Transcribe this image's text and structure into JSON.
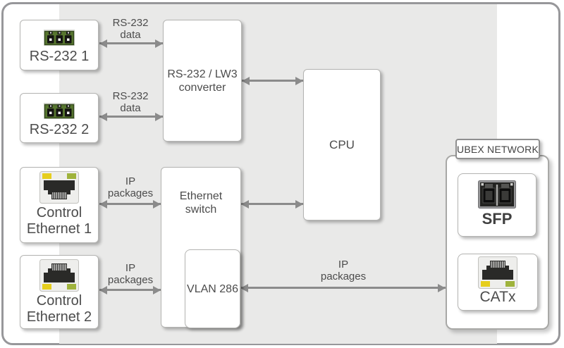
{
  "diagram": {
    "network_label": "UBEX NETWORK",
    "nodes": {
      "rs232_1": {
        "label": "RS-232 1"
      },
      "rs232_2": {
        "label": "RS-232 2"
      },
      "control_ethernet_1": {
        "line1": "Control",
        "line2": "Ethernet 1"
      },
      "control_ethernet_2": {
        "line1": "Control",
        "line2": "Ethernet 2"
      },
      "rs232_lw3_converter": {
        "line1": "RS-232 / LW3",
        "line2": "converter"
      },
      "cpu": {
        "label": "CPU"
      },
      "ethernet_switch": {
        "line1": "Ethernet",
        "line2": "switch"
      },
      "vlan": {
        "label": "VLAN 286"
      },
      "sfp": {
        "label": "SFP"
      },
      "catx": {
        "label": "CATx"
      }
    },
    "edge_labels": {
      "rs232_data_top": {
        "line1": "RS-232",
        "line2": "data"
      },
      "rs232_data_bottom": {
        "line1": "RS-232",
        "line2": "data"
      },
      "ip_packages_eth1": {
        "line1": "IP",
        "line2": "packages"
      },
      "ip_packages_eth2": {
        "line1": "IP",
        "line2": "packages"
      },
      "ip_packages_network": {
        "line1": "IP",
        "line2": "packages"
      }
    },
    "icons": {
      "rs232_ports": "terminal-block-3pin",
      "control_ethernet_1": "rj45-jack",
      "control_ethernet_2": "rj45-jack-flipped",
      "sfp": "sfp-cage",
      "catx": "rj45-jack-flipped"
    },
    "colors": {
      "device_panel": "#e9e9e8",
      "frame_border": "#97979a",
      "arrow": "#8b8b8b",
      "text": "#4c4c4c",
      "connector_green": "#57762f",
      "led_yellow": "#e6ce1d",
      "led_green": "#9fb33c"
    }
  }
}
